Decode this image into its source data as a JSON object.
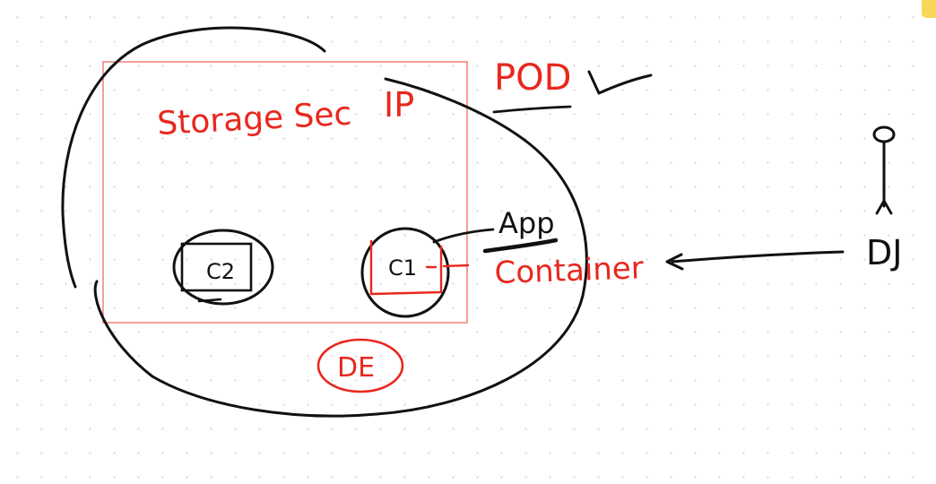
{
  "colors": {
    "ink_black": "#111111",
    "ink_red": "#e8281e",
    "rect_red": "#ee6b66",
    "canvas_dot": "#d7d7d7",
    "corner_tab": "#f8d65a"
  },
  "labels": {
    "storage": "Storage Sec",
    "ip": "IP",
    "pod": "POD",
    "app": "App",
    "container": "Container",
    "c2": "C2",
    "c1": "C1",
    "de": "DE",
    "dj": "DJ"
  },
  "marks": {
    "checkmark_icon": "checkmark-icon",
    "stick_figure_icon": "person-icon"
  }
}
